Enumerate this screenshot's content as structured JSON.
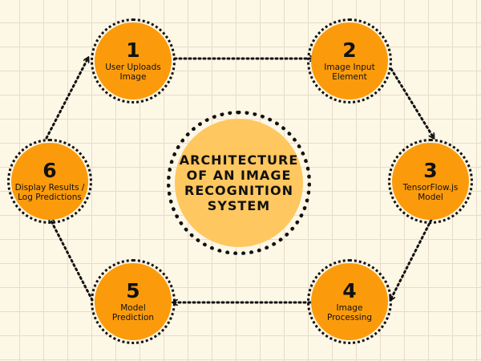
{
  "center": {
    "title": "ARCHITECTURE\nOF AN IMAGE\nRECOGNITION\nSYSTEM"
  },
  "steps": [
    {
      "number": "1",
      "label": "User Uploads\nImage"
    },
    {
      "number": "2",
      "label": "Image Input\nElement"
    },
    {
      "number": "3",
      "label": "TensorFlow.js\nModel"
    },
    {
      "number": "4",
      "label": "Image\nProcessing"
    },
    {
      "number": "5",
      "label": "Model\nPrediction"
    },
    {
      "number": "6",
      "label": "Display Results /\nLog Predictions"
    }
  ],
  "colors": {
    "node": "#fb9b0c",
    "center": "#fec760",
    "background": "#fdf7e6",
    "ink": "#111111"
  }
}
